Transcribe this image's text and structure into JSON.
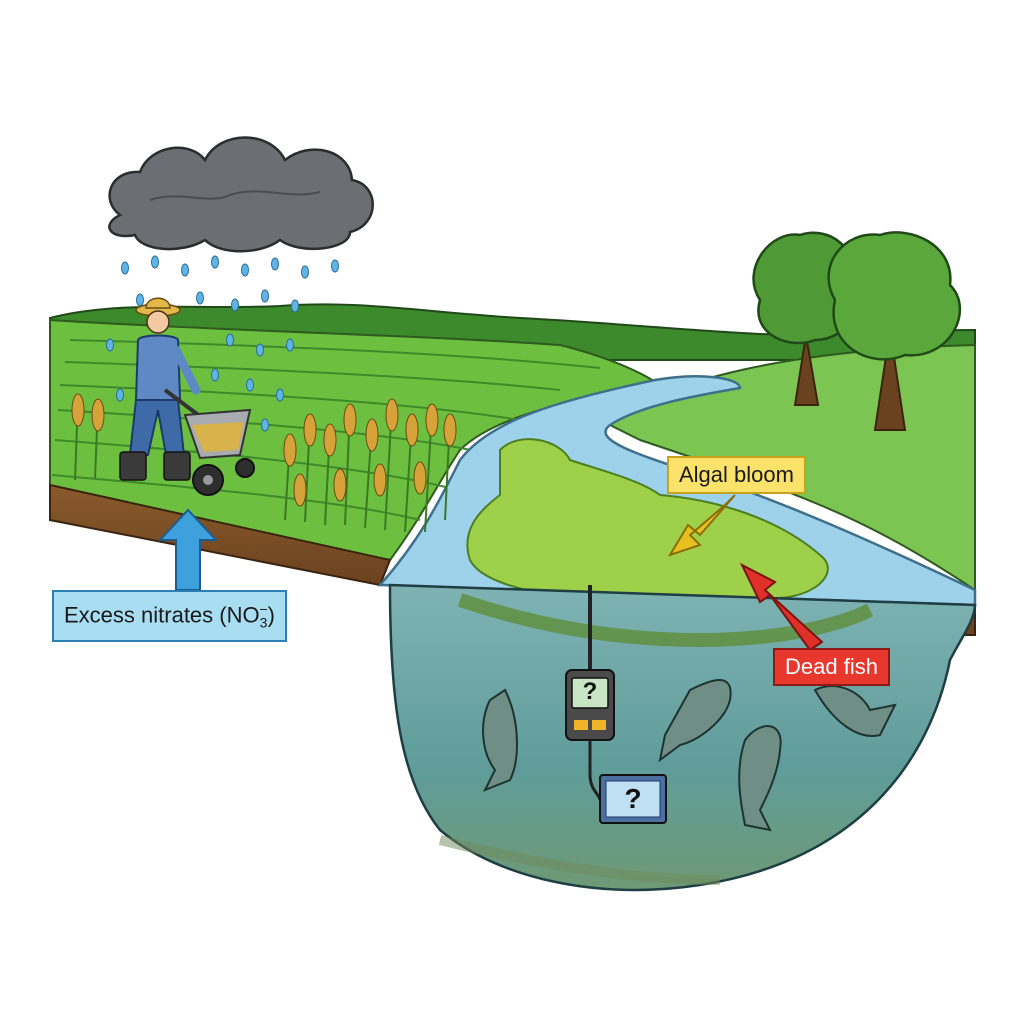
{
  "labels": {
    "nitrates": "Excess nitrates (NO",
    "nitrates_sub": "3",
    "nitrates_sup": "−",
    "nitrates_close": ")",
    "algal_bloom": "Algal bloom",
    "dead_fish": "Dead fish",
    "sensor_readout": "?",
    "display_readout": "?"
  },
  "colors": {
    "nitrates_arrow": "#3ea0dc",
    "algal_arrow": "#e8c01e",
    "fish_arrow": "#e0302a",
    "algae": "#9fd04a",
    "water": "#6fa8a8",
    "river": "#9ed2ea",
    "field": "#6cbf3f",
    "storm_cloud": "#6b6f73"
  },
  "icons": [
    "storm-cloud-icon",
    "farmer-icon",
    "fertilizer-spreader-icon",
    "wheat-icon",
    "tree-icon",
    "fish-icon",
    "water-sensor-icon",
    "display-monitor-icon"
  ]
}
